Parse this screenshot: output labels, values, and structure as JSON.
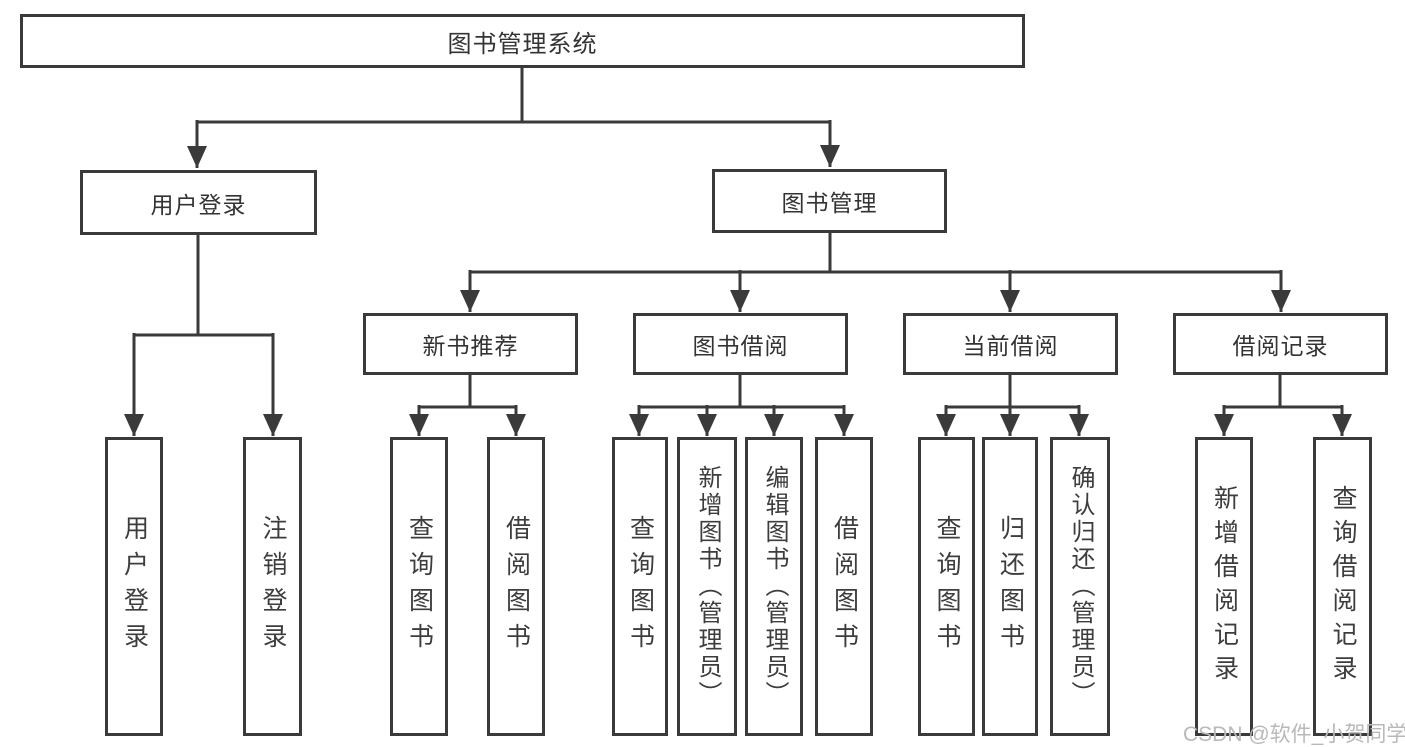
{
  "diagram": {
    "title_node": {
      "label": "图书管理系统"
    },
    "level2": [
      {
        "label": "用户登录"
      },
      {
        "label": "图书管理"
      }
    ],
    "level3": [
      {
        "label": "新书推荐"
      },
      {
        "label": "图书借阅"
      },
      {
        "label": "当前借阅"
      },
      {
        "label": "借阅记录"
      }
    ],
    "leaves": {
      "user_login": [
        {
          "label": "用户登录"
        },
        {
          "label": "注销登录"
        }
      ],
      "new_books": [
        {
          "label": "查询图书"
        },
        {
          "label": "借阅图书"
        }
      ],
      "book_borrow": [
        {
          "label": "查询图书"
        },
        {
          "label": "新增图书（管理员）"
        },
        {
          "label": "编辑图书（管理员）"
        },
        {
          "label": "借阅图书"
        }
      ],
      "current_borrow": [
        {
          "label": "查询图书"
        },
        {
          "label": "归还图书"
        },
        {
          "label": "确认归还（管理员）"
        }
      ],
      "borrow_records": [
        {
          "label": "新增借阅记录"
        },
        {
          "label": "查询借阅记录"
        }
      ]
    }
  },
  "watermark": {
    "text": "CSDN @软件_小贺同学"
  },
  "colors": {
    "line": "#3a3a3a",
    "text": "#333333",
    "watermark": "#b9b9b9",
    "background": "#ffffff"
  }
}
